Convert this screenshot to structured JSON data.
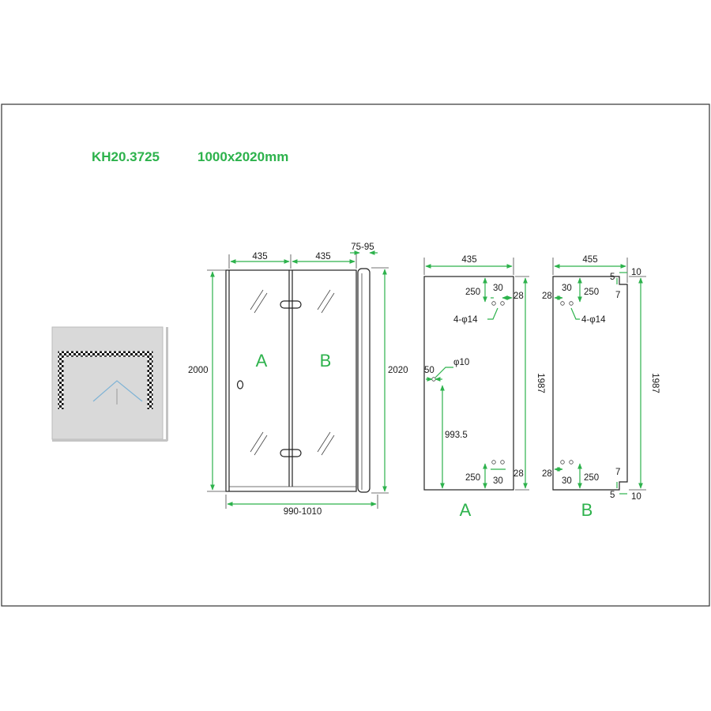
{
  "header": {
    "model": "KH20.3725",
    "size": "1000x2020mm"
  },
  "front_view": {
    "panel_a_width": "435",
    "panel_b_width": "435",
    "profile_adjust": "75-95",
    "door_height": "2000",
    "total_height": "2020",
    "total_width": "990-1010",
    "panel_a_letter": "A",
    "panel_b_letter": "B"
  },
  "panel_a_detail": {
    "width": "435",
    "height": "1987",
    "hinge_edge_distance": "250",
    "hole_spacing": "30",
    "hole_edge_offset": "28",
    "hole_note": "4-φ14",
    "knob_hole": "φ10",
    "knob_edge_distance": "50",
    "knob_height": "993.5",
    "bottom_edge_distance": "250",
    "bottom_hole_spacing": "30",
    "bottom_edge_offset": "28",
    "caption": "A"
  },
  "panel_b_detail": {
    "width": "455",
    "height": "1987",
    "hole_edge_offset": "28",
    "hole_spacing": "30",
    "hinge_edge_distance": "250",
    "hole_note": "4-φ14",
    "notch_width": "5",
    "notch_depth": "10",
    "notch_height": "7",
    "bottom_edge_offset": "28",
    "bottom_hole_spacing": "30",
    "bottom_edge_distance": "250",
    "bottom_notch_height": "7",
    "bottom_notch_width": "5",
    "bottom_notch_depth": "10",
    "caption": "B"
  },
  "colors": {
    "dimension": "#2db24c",
    "outline": "#222222",
    "thumbnail_bg": "#d9d9d9"
  }
}
